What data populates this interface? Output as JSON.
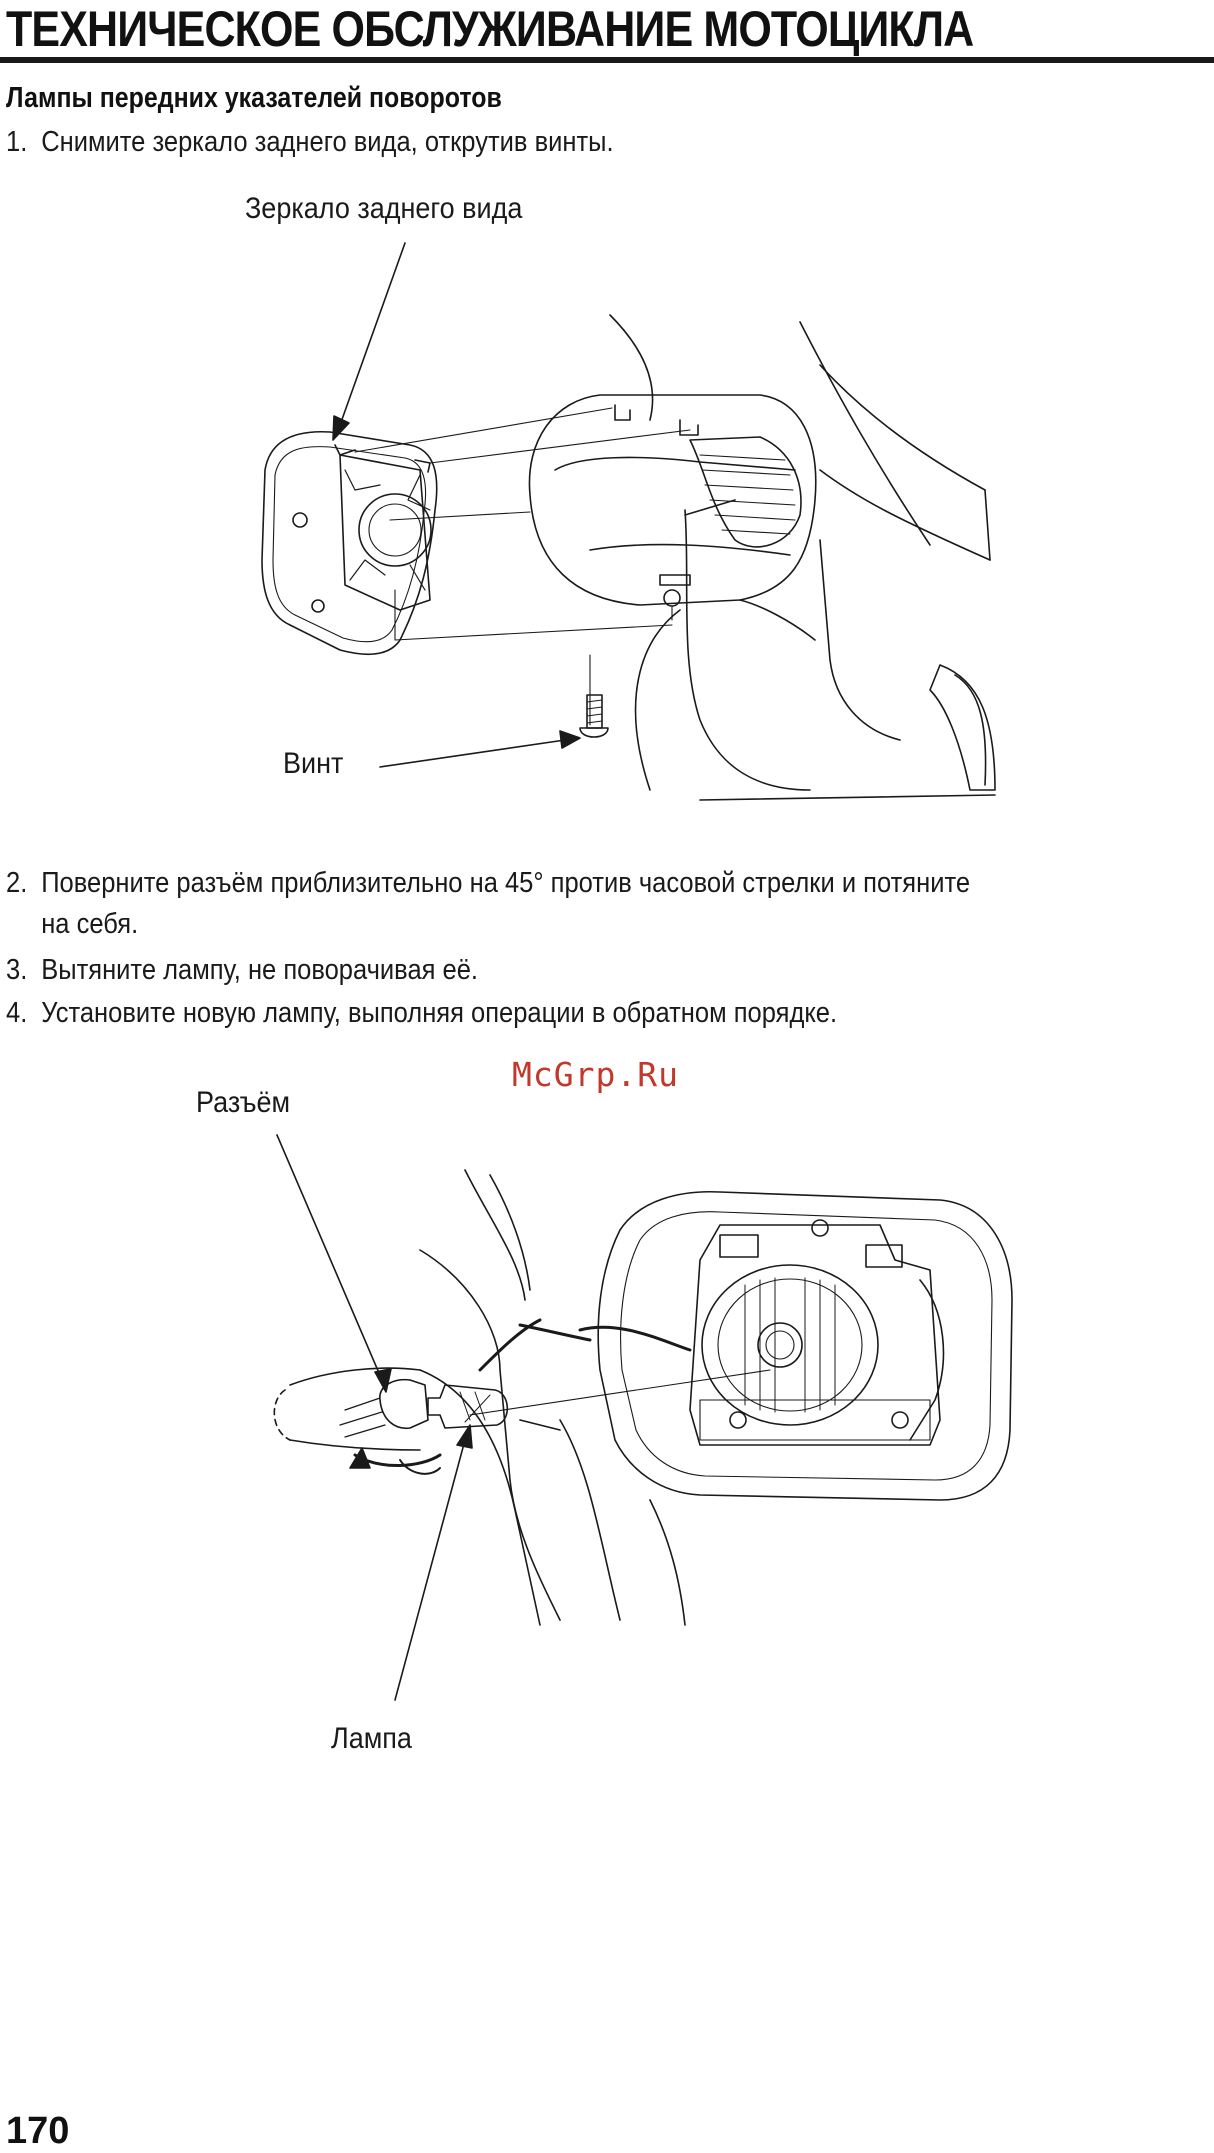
{
  "header": {
    "title": "ТЕХНИЧЕСКОЕ ОБСЛУЖИВАНИЕ МОТОЦИКЛА"
  },
  "section": {
    "title": "Лампы передних указателей поворотов"
  },
  "steps": [
    {
      "num": "1.",
      "text": "Снимите зеркало заднего вида, открутив винты."
    },
    {
      "num": "2.",
      "text": "Поверните разъём приблизительно на 45° против часовой стрелки и потяните",
      "text2": "на себя."
    },
    {
      "num": "3.",
      "text": "Вытяните лампу, не поворачивая её."
    },
    {
      "num": "4.",
      "text": "Установите новую лампу, выполняя операции в обратном порядке."
    }
  ],
  "figure1": {
    "label_mirror": "Зеркало заднего вида",
    "label_screw": "Винт"
  },
  "figure2": {
    "label_connector": "Разъём",
    "label_bulb": "Лампа"
  },
  "watermark": "McGrp.Ru",
  "footer": {
    "page_number": "170"
  },
  "colors": {
    "text": "#1a1a1a",
    "rule": "#1a1a1a",
    "watermark": "#c0392b"
  }
}
